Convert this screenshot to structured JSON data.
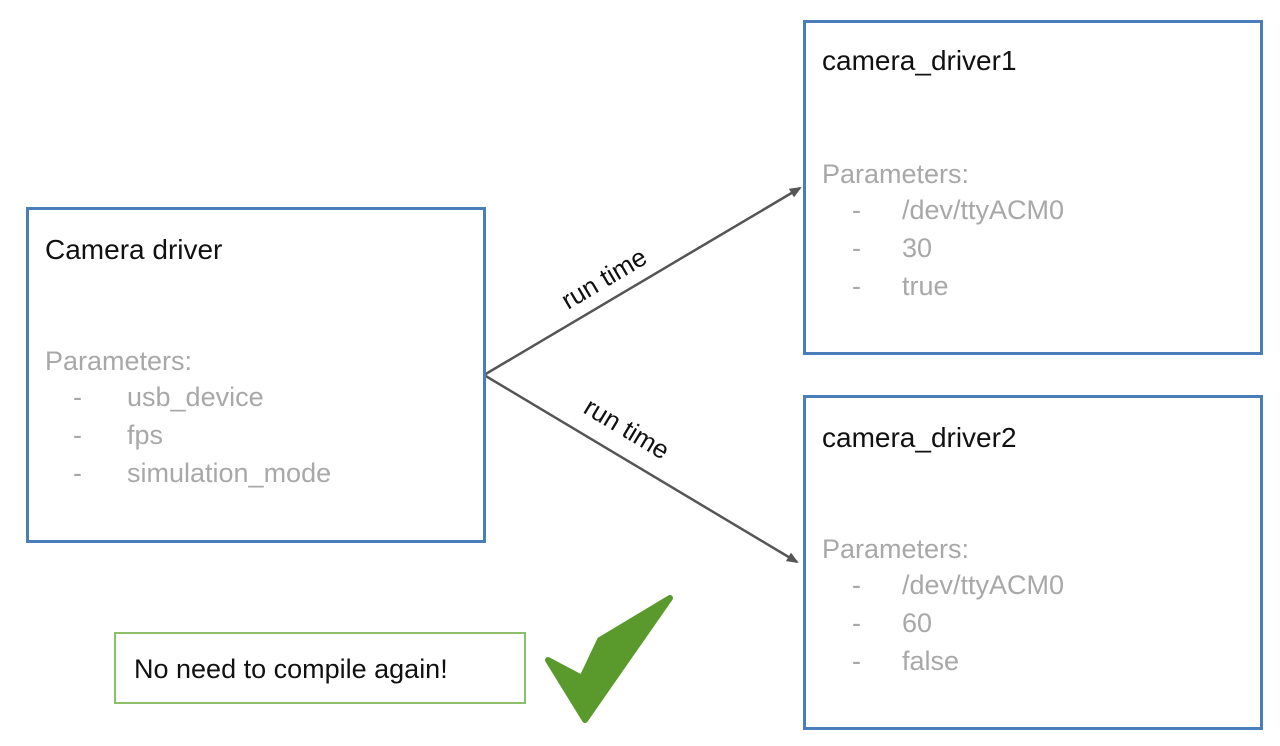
{
  "source": {
    "title": "Camera driver",
    "params_label": "Parameters:",
    "params": [
      "usb_device",
      "fps",
      "simulation_mode"
    ]
  },
  "targets": [
    {
      "title": "camera_driver1",
      "params_label": "Parameters:",
      "params": [
        "/dev/ttyACM0",
        "30",
        "true"
      ]
    },
    {
      "title": "camera_driver2",
      "params_label": "Parameters:",
      "params": [
        "/dev/ttyACM0",
        "60",
        "false"
      ]
    }
  ],
  "edges": [
    {
      "from": "Camera driver",
      "to": "camera_driver1",
      "label": "run time"
    },
    {
      "from": "Camera driver",
      "to": "camera_driver2",
      "label": "run time"
    }
  ],
  "note": {
    "text": "No need to compile again!"
  },
  "icons": {
    "checkmark": "checkmark-icon"
  },
  "colors": {
    "box_border": "#4a7ebb",
    "note_border": "#8dbf6a",
    "check": "#5a9a2c",
    "params_text": "#a8a8a8",
    "arrow": "#555555"
  }
}
